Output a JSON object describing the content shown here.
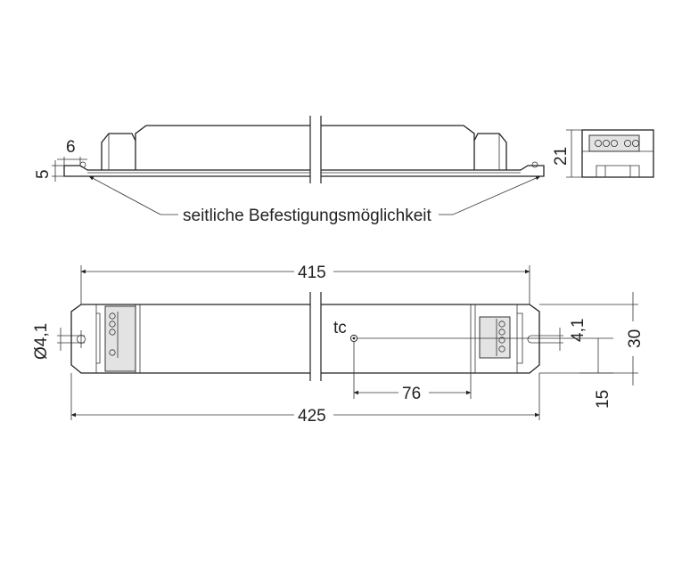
{
  "side_view": {
    "callout": "seitliche Befestigungsmöglichkeit",
    "dim_width": "6",
    "dim_thickness": "5",
    "dim_height": "21"
  },
  "top_view": {
    "dim_overall_inner": "415",
    "dim_overall_outer": "425",
    "dim_hole": "Ø4,1",
    "dim_slot": "4,1",
    "dim_body_height": "30",
    "dim_tc_offset": "76",
    "dim_tc_height": "15",
    "tc_label": "tc"
  },
  "colors": {
    "line": "#222222",
    "fill": "#e3e3e3",
    "background": "#ffffff"
  }
}
